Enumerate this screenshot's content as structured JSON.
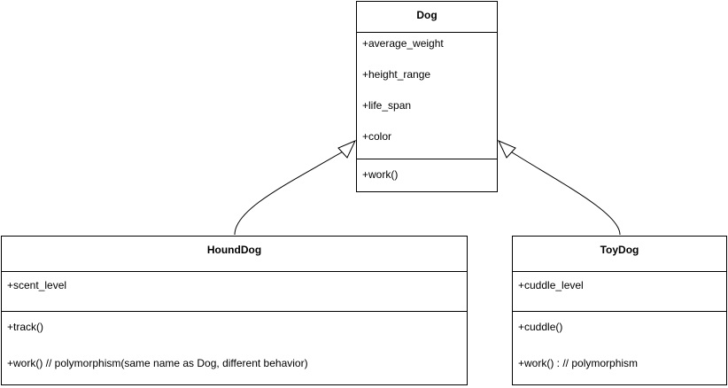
{
  "classes": {
    "dog": {
      "name": "Dog",
      "attributes": [
        "+average_weight",
        "+height_range",
        "+life_span",
        "+color"
      ],
      "methods": [
        "+work()"
      ]
    },
    "hound": {
      "name": "HoundDog",
      "attributes": [
        "+scent_level"
      ],
      "methods": [
        "+track()",
        "+work() // polymorphism(same name as Dog, different behavior)"
      ]
    },
    "toy": {
      "name": "ToyDog",
      "attributes": [
        "+cuddle_level"
      ],
      "methods": [
        "+cuddle()",
        "+work() : // polymorphism"
      ]
    }
  },
  "relations": [
    {
      "type": "inheritance",
      "from": "HoundDog",
      "to": "Dog"
    },
    {
      "type": "inheritance",
      "from": "ToyDog",
      "to": "Dog"
    }
  ],
  "colors": {
    "line": "#000000",
    "background": "#ffffff"
  }
}
